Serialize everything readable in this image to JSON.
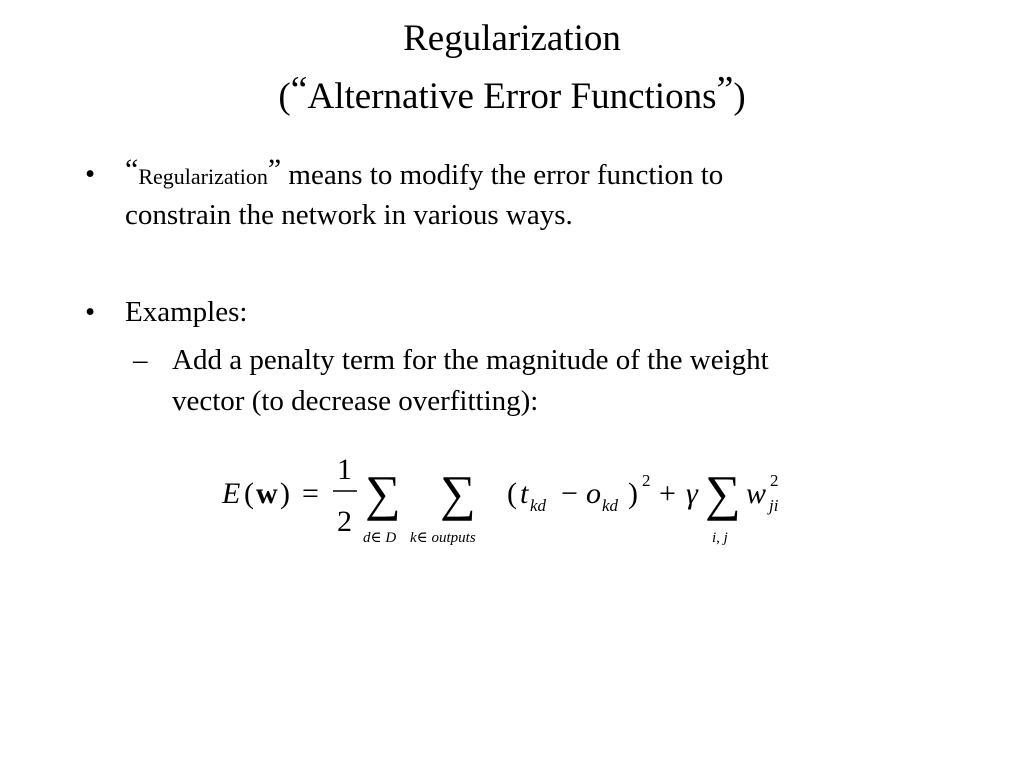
{
  "slide": {
    "title": {
      "line1": "Regularization",
      "line2_open": "(",
      "line2_quote_open": "“",
      "line2_text": "Alternative Error Functions",
      "line2_quote_close": "”",
      "line2_close": ")"
    },
    "bullets": [
      {
        "marker": "•",
        "quote_open": "“",
        "term": "Regularization",
        "quote_close": "”",
        "line1_rest": " means to modify the error function to",
        "line2": "constrain the network in various ways."
      },
      {
        "marker": "•",
        "text": "Examples:",
        "sub": {
          "marker": "–",
          "line1": "Add a penalty term for the magnitude of the weight",
          "line2": "vector (to decrease overfitting):"
        }
      }
    ],
    "formula": {
      "lhs_E": "E",
      "lhs_open": "(",
      "lhs_w": "w",
      "lhs_close": ")",
      "equals": "=",
      "frac_num": "1",
      "frac_den": "2",
      "sum1": "∑",
      "sum1_sub": "d∈ D",
      "sum2": "∑",
      "sum2_sub": "k∈ outputs",
      "paren_open": "(",
      "t": "t",
      "t_sub": "kd",
      "minus": "−",
      "o": "o",
      "o_sub": "kd",
      "paren_close": ")",
      "sq": "2",
      "plus": "+",
      "gamma": "γ",
      "sum3": "∑",
      "sum3_sub": "i, j",
      "w": "w",
      "w_sup": "2",
      "w_sub": "ji"
    }
  }
}
